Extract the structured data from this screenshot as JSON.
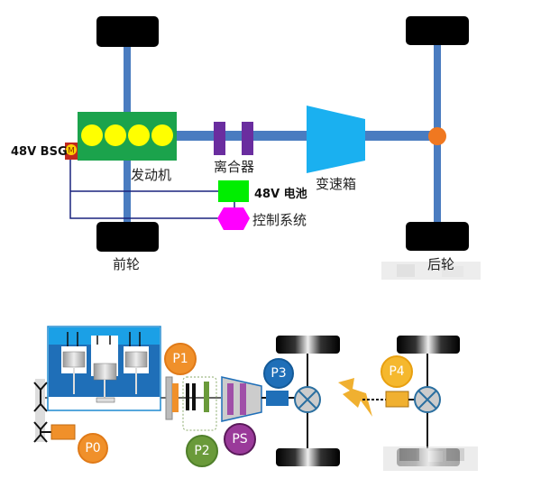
{
  "top_diagram": {
    "labels": {
      "bsg": "48V BSG",
      "motor": "M",
      "engine": "发动机",
      "clutch": "离合器",
      "gearbox": "变速箱",
      "battery": "48V 电池",
      "control": "控制系统",
      "front_wheel": "前轮",
      "rear_wheel": "后轮"
    },
    "colors": {
      "shaft": "#4a7cc0",
      "engine": "#1ba34c",
      "cylinder": "#ffff00",
      "clutch": "#6a2d9f",
      "gearbox": "#1ab0f0",
      "differential": "#f07820",
      "battery": "#00ee00",
      "control": "#ff00ff",
      "wire": "#1a237e"
    }
  },
  "bottom_diagram": {
    "positions": [
      {
        "label": "P0",
        "color": "#f0902a"
      },
      {
        "label": "P1",
        "color": "#f0902a"
      },
      {
        "label": "P2",
        "color": "#6a9a3a"
      },
      {
        "label": "PS",
        "color": "#9a3a9a"
      },
      {
        "label": "P3",
        "color": "#1f6fb8"
      },
      {
        "label": "P4",
        "color": "#f5b82e"
      }
    ]
  }
}
